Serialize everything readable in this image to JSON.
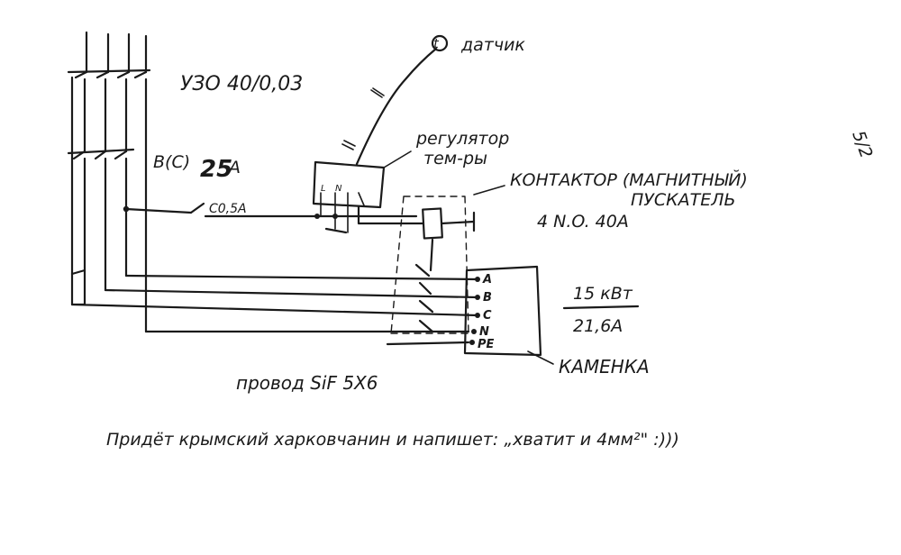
{
  "labels": {
    "rcd": "УЗО 40/0,03",
    "breaker_prefix": "B(C)",
    "breaker_value": "25",
    "breaker_unit": "A",
    "fuse": "C0,5A",
    "sensor_symbol": "t",
    "sensor": "датчик",
    "regulator_line1": "регулятор",
    "regulator_line2": "тем-ры",
    "regulator_terminals": [
      "L",
      "N"
    ],
    "contactor_line1": "КОНТАКТОР (МАГНИТНЫЙ)",
    "contactor_line2": "ПУСКАТЕЛЬ",
    "contactor_spec": "4 N.O. 40A",
    "power": "15 кВт",
    "current": "21,6A",
    "heater_terminals": [
      "A",
      "B",
      "C",
      "N",
      "PE"
    ],
    "heater": "КАМЕНКА",
    "wire": "провод SiF 5X6",
    "footnote": "Придёт крымский харковчанин и напишет: „хватит и 4мм²\" :)))",
    "page_mark": "5/2"
  }
}
